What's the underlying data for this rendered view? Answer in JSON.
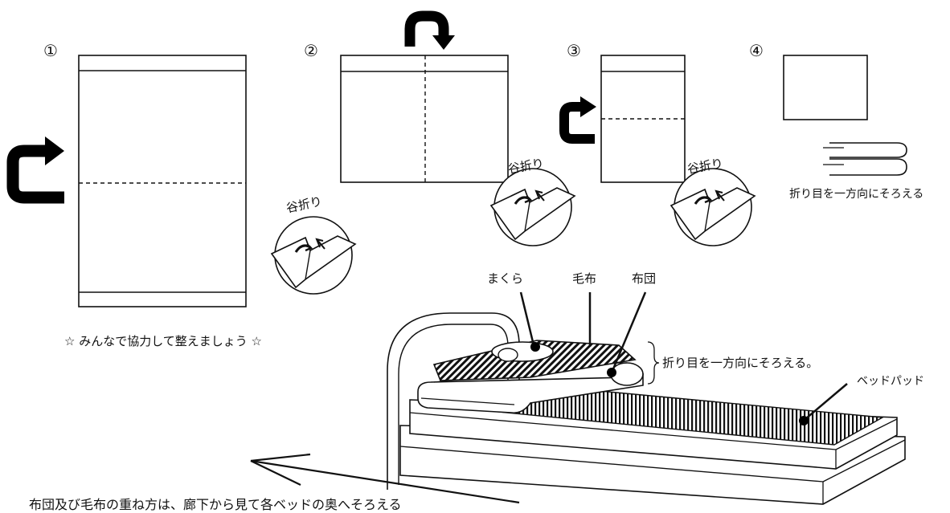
{
  "steps": [
    {
      "number": "①"
    },
    {
      "number": "②"
    },
    {
      "number": "③"
    },
    {
      "number": "④"
    }
  ],
  "fold_label": "谷折り",
  "align_label": "折り目を一方向にそろえる",
  "cooperate_text": "☆ みんなで協力して整えましょう ☆",
  "bed_labels": {
    "pillow": "まくら",
    "blanket": "毛布",
    "futon": "布団",
    "align": "折り目を一方向にそろえる。",
    "bedpad": "ベッドパッド"
  },
  "bottom_note": "布団及び毛布の重ね方は、廊下から見て各ベッドの奥へそろえる",
  "colors": {
    "line": "#111111",
    "arrow": "#000000"
  },
  "icons": [
    "curved-arrow-icon",
    "valley-fold-icon",
    "folded-stack-icon",
    "left-arrow-icon"
  ]
}
